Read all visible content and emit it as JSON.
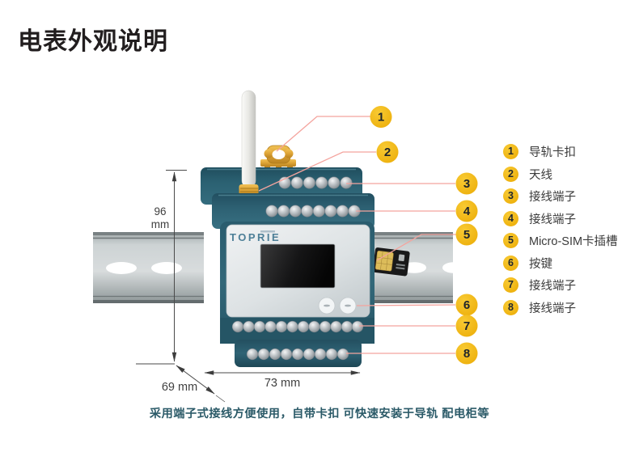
{
  "title": "电表外观说明",
  "caption": "采用端子式接线方便使用，自带卡扣 可快速安装于导轨 配电柜等",
  "device": {
    "brand": "TOPRIE",
    "dimensions": {
      "height_value": "96",
      "height_unit": "mm",
      "width": "73 mm",
      "depth": "69 mm"
    }
  },
  "legend": {
    "items": [
      {
        "number": "1",
        "label": "导轨卡扣"
      },
      {
        "number": "2",
        "label": "天线"
      },
      {
        "number": "3",
        "label": "接线端子"
      },
      {
        "number": "4",
        "label": "接线端子"
      },
      {
        "number": "5",
        "label": "Micro-SIM卡插槽"
      },
      {
        "number": "6",
        "label": "按键"
      },
      {
        "number": "7",
        "label": "接线端子"
      },
      {
        "number": "8",
        "label": "接线端子"
      }
    ]
  },
  "colors": {
    "body_teal": "#2f6577",
    "panel_gray": "#dfe4e6",
    "callout_yellow": "#f2b71c",
    "leader_line": "#f4a49e",
    "rail_gray": "#b9c0c1",
    "clip_gold": "#dda335",
    "caption_teal": "#2b5a68"
  }
}
